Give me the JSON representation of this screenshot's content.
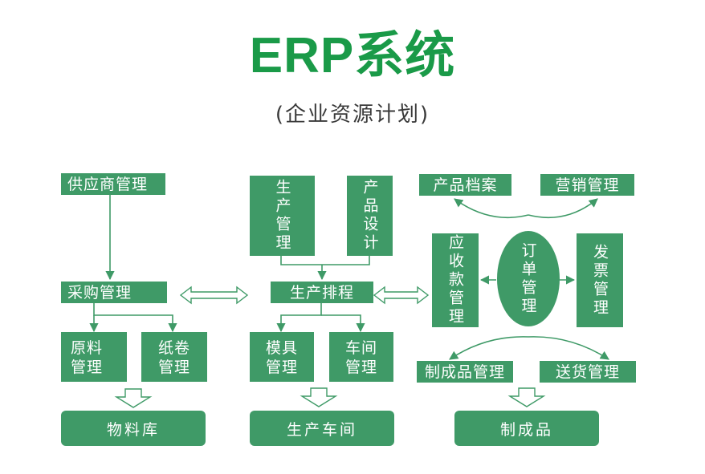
{
  "title": "ERP系统",
  "subtitle": "(企业资源计划)",
  "left": {
    "supplier": "供应商管理",
    "purchase": "采购管理",
    "raw_material": "原料管理",
    "paper_roll": "纸卷管理",
    "store": "物料库"
  },
  "middle": {
    "production_mgmt": "生产管理",
    "product_design": "产品设计",
    "scheduling": "生产排程",
    "mold": "模具管理",
    "workshop": "车间管理",
    "store": "生产车间"
  },
  "right": {
    "product_archive": "产品档案",
    "marketing": "营销管理",
    "receivables": "应收款管理",
    "order": "订单管理",
    "invoice": "发票管理",
    "finished_mgmt": "制成品管理",
    "delivery": "送货管理",
    "store": "制成品"
  },
  "colors": {
    "box": "#3f9a67",
    "title": "#1a9a48",
    "line": "#3f9a67"
  }
}
